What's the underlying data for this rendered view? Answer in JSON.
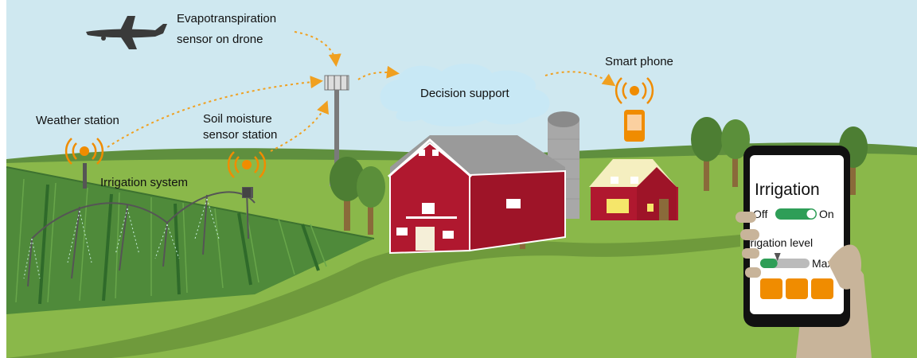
{
  "labels": {
    "drone_line1": "Evapotranspiration",
    "drone_line2": "sensor on drone",
    "weather_station": "Weather station",
    "soil_line1": "Soil moisture",
    "soil_line2": "sensor station",
    "irrigation_system": "Irrigation system",
    "decision_support": "Decision support",
    "smart_phone": "Smart phone"
  },
  "phone_app": {
    "title": "Irrigation",
    "toggle_off": "Off",
    "toggle_on": "On",
    "toggle_state": "on",
    "level_label": "Irrigation level",
    "level_max": "Max",
    "level_value": 0.35
  },
  "colors": {
    "sky": "#cfe8f0",
    "grass": "#8ab84a",
    "field": "#4f8a3a",
    "barn": "#b0182f",
    "roof": "#9a9a9a",
    "signal": "#f08c00",
    "arrow": "#f0a020",
    "cloud": "#c8e8f5",
    "toggle": "#2e9e57"
  }
}
